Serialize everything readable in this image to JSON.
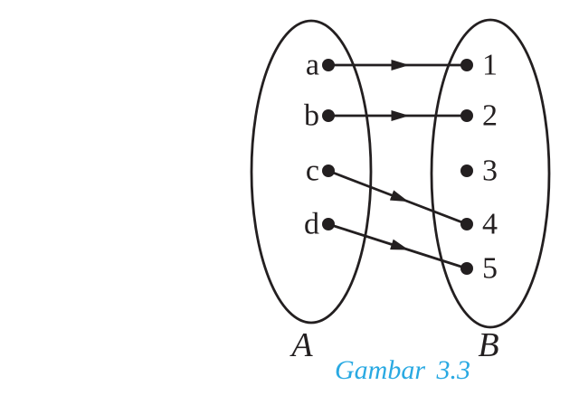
{
  "figure": {
    "caption": "Gambar 3.3",
    "caption_color": "#29a9e2",
    "ink_color": "#231f20",
    "left_set": {
      "label": "A",
      "elements": [
        "a",
        "b",
        "c",
        "d"
      ]
    },
    "right_set": {
      "label": "B",
      "elements": [
        "1",
        "2",
        "3",
        "4",
        "5"
      ]
    },
    "mappings": [
      {
        "from": "a",
        "to": "1"
      },
      {
        "from": "b",
        "to": "2"
      },
      {
        "from": "c",
        "to": "4"
      },
      {
        "from": "d",
        "to": "5"
      }
    ]
  }
}
